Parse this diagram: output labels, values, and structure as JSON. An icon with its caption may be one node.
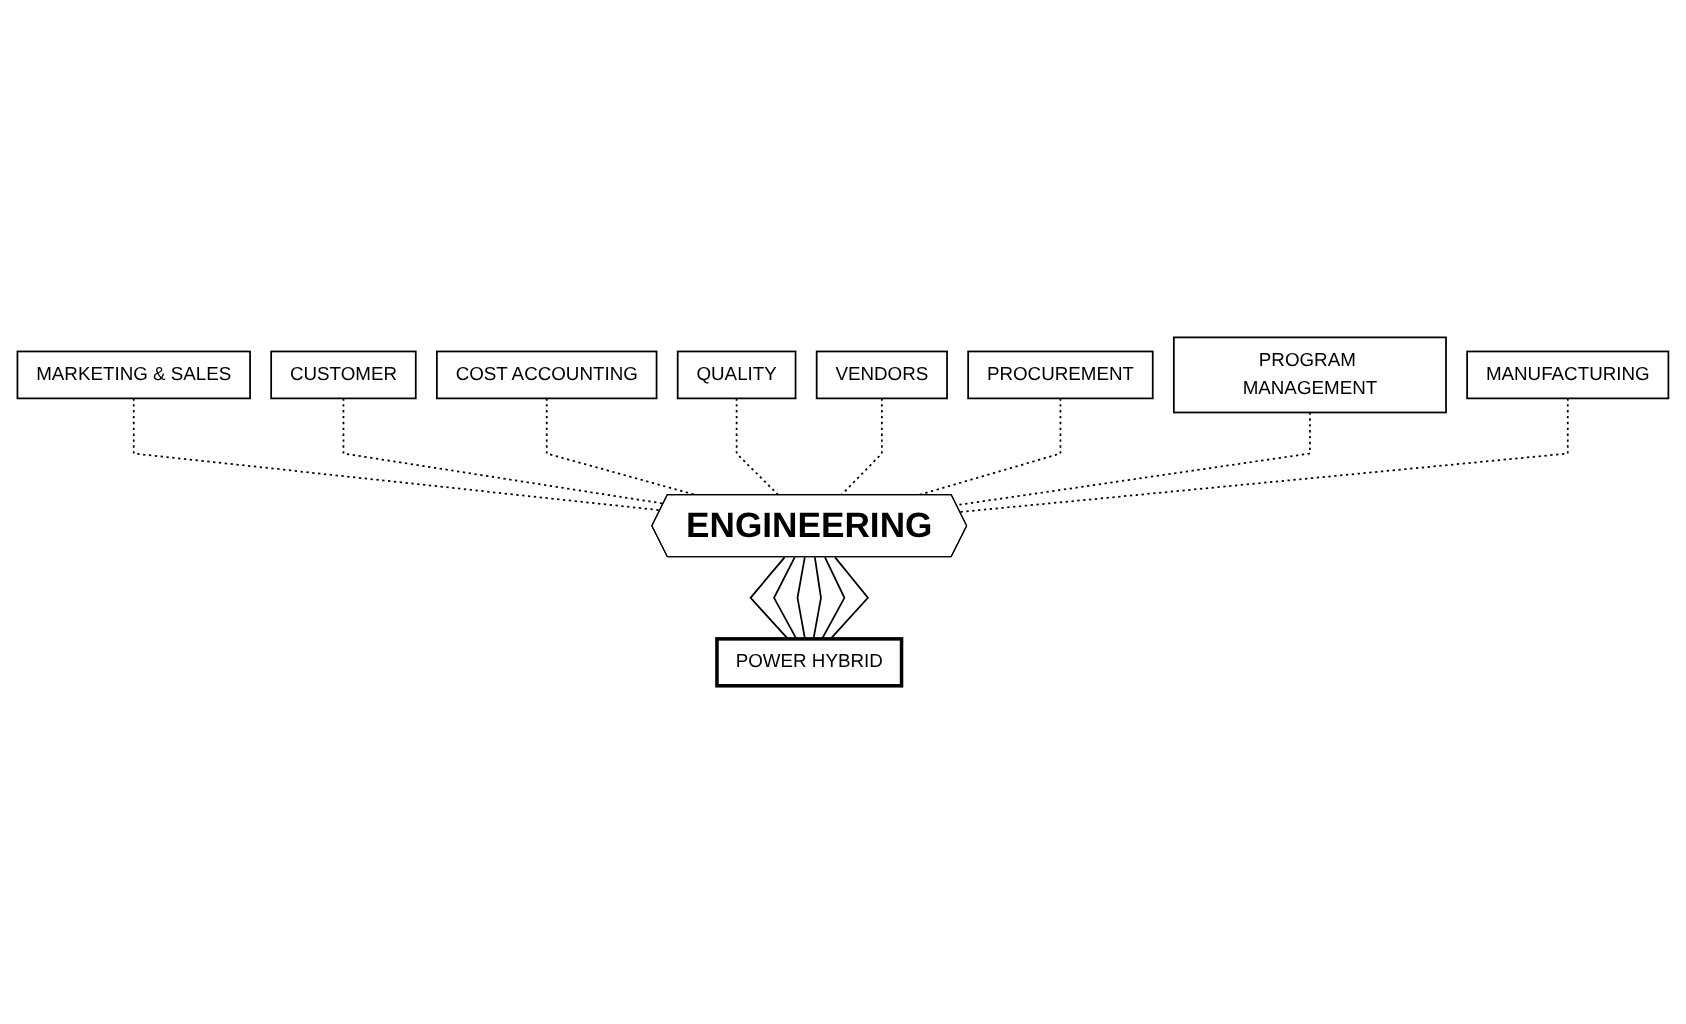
{
  "diagram": {
    "nodes": [
      {
        "text": [
          "QUALITY"
        ]
      },
      {
        "text": [
          "VENDORS"
        ]
      },
      {
        "text": [
          "COST ACCOUNTING"
        ]
      },
      {
        "text": [
          "PROCUREMENT"
        ]
      },
      {
        "text": [
          "CUSTOMER"
        ]
      },
      {
        "text": [
          "PROGRAM MANAGEMENT"
        ]
      },
      {
        "text": [
          "MARKETING & SALES"
        ]
      },
      {
        "text": [
          "MANUFACTURING"
        ]
      },
      {
        "text": [
          "ENGINEERING"
        ]
      },
      {
        "text": [
          "POWER HYBRID"
        ]
      }
    ],
    "edges": [
      {
        "from": 6,
        "to": 8,
        "arrow": "none",
        "style": "dashed"
      },
      {
        "from": 4,
        "to": 8,
        "arrow": "none",
        "style": "dashed"
      },
      {
        "from": 2,
        "to": 8,
        "arrow": "none",
        "style": "dashed"
      },
      {
        "from": 0,
        "to": 8,
        "arrow": "none",
        "style": "dashed"
      },
      {
        "from": 1,
        "to": 8,
        "arrow": "none",
        "style": "dashed"
      },
      {
        "from": 3,
        "to": 8,
        "arrow": "none",
        "style": "dashed"
      },
      {
        "from": 5,
        "to": 8,
        "arrow": "none",
        "style": "dashed"
      },
      {
        "from": 7,
        "to": 8,
        "arrow": "none",
        "style": "dashed"
      },
      {
        "from": 8,
        "to": 9,
        "arrow": "none"
      },
      {
        "from": 8,
        "to": 9,
        "arrow": "none"
      },
      {
        "from": 8,
        "to": 9,
        "arrow": "none"
      },
      {
        "from": 8,
        "to": 9,
        "arrow": "none"
      },
      {
        "from": 8,
        "to": 9,
        "arrow": "none"
      },
      {
        "from": 8,
        "to": 9,
        "arrow": "none"
      }
    ]
  }
}
